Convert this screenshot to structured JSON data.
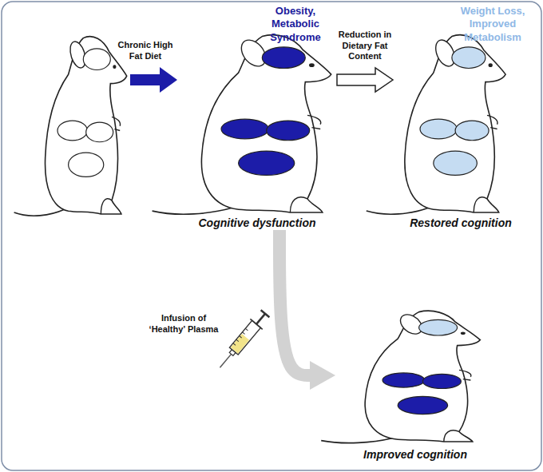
{
  "diagram": {
    "nodes": [
      {
        "text": [
          "Obesity, Metabolic Syndrome",
          "Cognitive dysfunction"
        ]
      },
      {
        "text": [
          "Weight Loss, Improved Metabolism",
          "Restored cognition"
        ]
      },
      {
        "text": [
          "Improved cognition"
        ]
      }
    ],
    "edges": [
      {
        "from": 0,
        "to": 1,
        "label": "Reduction in Dietary Fat Content",
        "arrow": "to"
      },
      {
        "from": 0,
        "to": 2,
        "label": "Infusion of ‘Healthy’ Plasma",
        "arrow": "to"
      }
    ],
    "labels": [
      "Chronic High Fat Diet"
    ]
  }
}
